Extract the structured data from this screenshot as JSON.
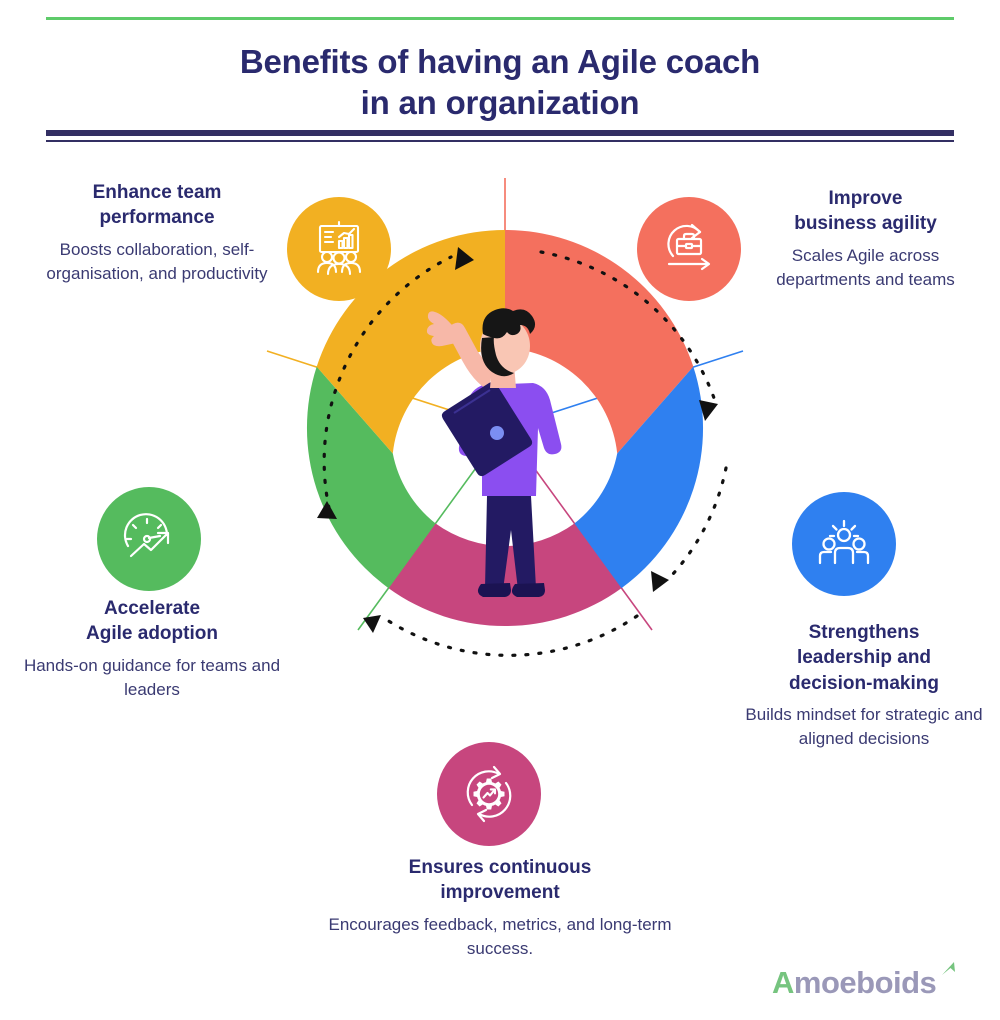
{
  "header": {
    "title_line1": "Benefits of having an Agile coach",
    "title_line2": "in an organization",
    "rule_top_color": "#5ecb6a",
    "rule_bottom_color": "#332f63"
  },
  "chart_data": {
    "type": "pie",
    "title": "Benefits of having an Agile coach in an organization",
    "note": "Five-segment donut wheel; each segment maps to one benefit, equal 72-degree sectors",
    "categories": [
      "Improve business agility",
      "Strengthens leadership and decision-making",
      "Ensures continuous improvement",
      "Accelerate Agile adoption",
      "Enhance team performance"
    ],
    "values": [
      20,
      20,
      20,
      20,
      20
    ],
    "colors": [
      "#F4705E",
      "#2F80F0",
      "#C7467E",
      "#55BB5E",
      "#F2B022"
    ],
    "legend": "none",
    "grid": false
  },
  "benefits": [
    {
      "id": "enhance-team-performance",
      "heading": "Enhance team\nperformance",
      "heading_l1": "Enhance team",
      "heading_l2": "performance",
      "description": "Boosts collaboration, self-organisation, and productivity",
      "color": "#F2B022",
      "icon": "team-presentation-icon"
    },
    {
      "id": "improve-business-agility",
      "heading_l1": "Improve",
      "heading_l2": "business agility",
      "description": "Scales Agile across departments and teams",
      "color": "#F4705E",
      "icon": "briefcase-cycle-icon"
    },
    {
      "id": "strengthens-leadership",
      "heading_l1": "Strengthens",
      "heading_l2": "leadership and",
      "heading_l3": "decision-making",
      "description": "Builds mindset for strategic and aligned decisions",
      "color": "#2F80F0",
      "icon": "leadership-group-icon"
    },
    {
      "id": "ensures-continuous-improvement",
      "heading_l1": "Ensures continuous",
      "heading_l2": "improvement",
      "description": "Encourages feedback, metrics, and long-term success.",
      "color": "#C7467E",
      "icon": "gear-cycle-growth-icon"
    },
    {
      "id": "accelerate-agile-adoption",
      "heading_l1": "Accelerate",
      "heading_l2": "Agile adoption",
      "description": "Hands-on guidance for teams and leaders",
      "color": "#55BB5E",
      "icon": "speedometer-growth-icon"
    }
  ],
  "logo": {
    "lead_letter": "A",
    "rest": "moeboids",
    "accent_color": "#76c47f",
    "text_color": "#9a98b8"
  }
}
